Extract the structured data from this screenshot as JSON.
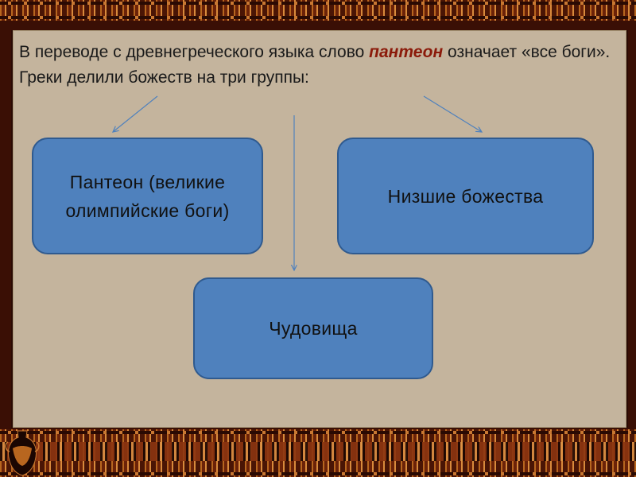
{
  "intro": {
    "text_before": "В переводе с древнегреческого языка слово ",
    "keyword": "пантеон",
    "text_after": " означает «все боги». Греки делили божеств на три группы:"
  },
  "groups": [
    {
      "label": "Пантеон (великие олимпийские боги)"
    },
    {
      "label": "Низшие божества"
    },
    {
      "label": "Чудовища"
    }
  ],
  "colors": {
    "box_fill": "#4f81bd",
    "box_border": "#2f5a8f",
    "panel": "#c4b49d",
    "keyword": "#8b1a0a",
    "arrow": "#4f81bd"
  },
  "decor": {
    "border_style": "greek-meander",
    "vase_icon": "amphora-icon"
  }
}
